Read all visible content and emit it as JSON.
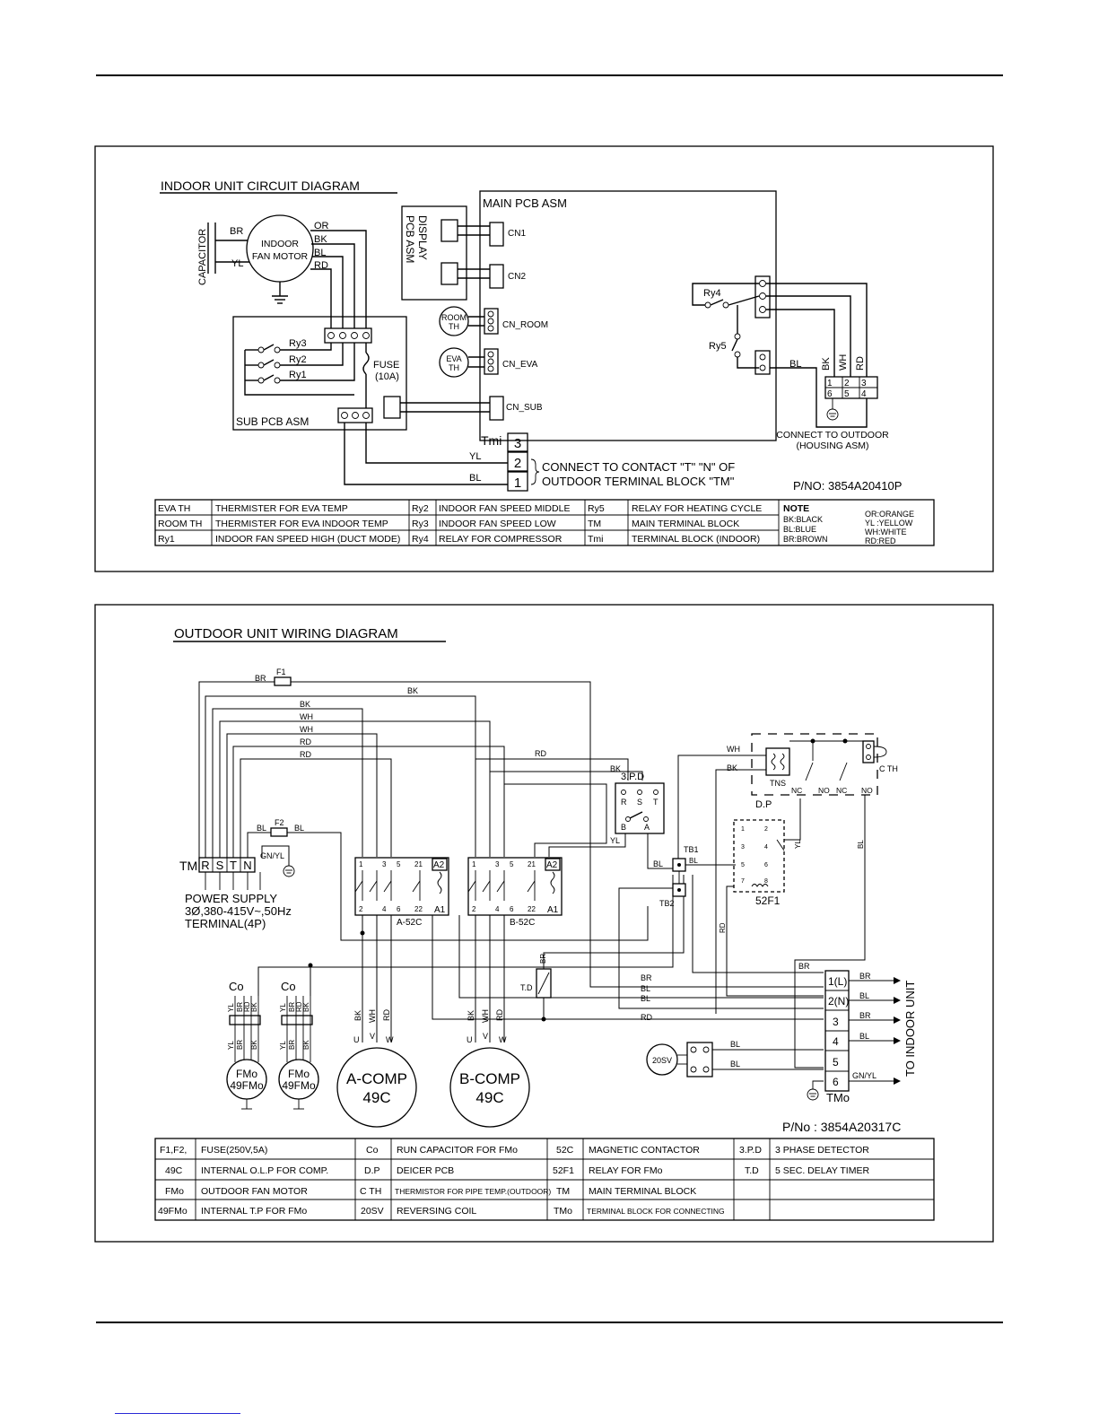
{
  "indoor": {
    "title": "INDOOR  UNIT  CIRCUIT  DIAGRAM",
    "capacitor": "CAPACITOR",
    "motor": [
      "INDOOR",
      "FAN MOTOR"
    ],
    "motor_wires": {
      "br": "BR",
      "yl": "YL",
      "or": "OR",
      "bk": "BK",
      "bl": "BL",
      "rd": "RD"
    },
    "display_pcb": [
      "DISPLAY",
      "PCB ASM"
    ],
    "main_pcb": "MAIN  PCB  ASM",
    "connectors": {
      "cn1": "CN1",
      "cn2": "CN2",
      "cn_room": "CN_ROOM",
      "cn_eva": "CN_EVA",
      "cn_sub": "CN_SUB"
    },
    "room_th": [
      "ROOM",
      "TH"
    ],
    "eva_th": [
      "EVA",
      "TH"
    ],
    "sub_pcb": "SUB  PCB  ASM",
    "relays": {
      "ry1": "Ry1",
      "ry2": "Ry2",
      "ry3": "Ry3",
      "ry4": "Ry4",
      "ry5": "Ry5"
    },
    "fuse": [
      "FUSE",
      "(10A)"
    ],
    "outdoor_wires": {
      "bl": "BL",
      "bk": "BK",
      "wh": "WH",
      "rd": "RD"
    },
    "terminal_numbers": [
      "1",
      "2",
      "3",
      "6",
      "5",
      "4"
    ],
    "connect_outdoor": [
      "CONNECT TO OUTDOOR",
      "(HOUSING ASM)"
    ],
    "tmi": "Tmi",
    "tmi_numbers": [
      "3",
      "2",
      "1"
    ],
    "tmi_wires": {
      "yl": "YL",
      "bl": "BL"
    },
    "connect_contact": [
      "CONNECT TO CONTACT \"T\" \"N\" OF",
      "OUTDOOR TERMINAL BLOCK \"TM\""
    ],
    "part_no": "P/NO: 3854A20410P",
    "legend": [
      [
        "EVA TH",
        "THERMISTER FOR EVA TEMP",
        "Ry2",
        "INDOOR FAN SPEED MIDDLE",
        "Ry5",
        "RELAY FOR HEATING CYCLE"
      ],
      [
        "ROOM TH",
        "THERMISTER FOR EVA INDOOR TEMP",
        "Ry3",
        "INDOOR FAN SPEED LOW",
        "TM",
        "MAIN TERMINAL BLOCK"
      ],
      [
        "Ry1",
        "INDOOR FAN SPEED HIGH (DUCT MODE)",
        "Ry4",
        "RELAY FOR COMPRESSOR",
        "Tmi",
        "TERMINAL BLOCK (INDOOR)"
      ]
    ],
    "note": {
      "title": "NOTE",
      "left": [
        "BK:BLACK",
        "BL:BLUE",
        "BR:BROWN"
      ],
      "right": [
        "OR:ORANGE",
        "YL :YELLOW",
        "WH:WHITE",
        "RD:RED"
      ]
    }
  },
  "outdoor": {
    "title": "OUTDOOR UNIT WIRING DIAGRAM",
    "wires": {
      "br": "BR",
      "bk": "BK",
      "wh": "WH",
      "rd": "RD",
      "bl": "BL",
      "yl": "YL",
      "gnyl": "GN/YL"
    },
    "f1": "F1",
    "f2": "F2",
    "tm": "TM",
    "tm_terms": [
      "R",
      "S",
      "T",
      "N"
    ],
    "power_supply": [
      "POWER SUPPLY",
      "3Ø,380-415V~,50Hz",
      "TERMINAL(4P)"
    ],
    "contactor_a": "A-52C",
    "contactor_b": "B-52C",
    "contactor_pins_top": [
      "1",
      "3",
      "5",
      "21",
      "A2"
    ],
    "contactor_pins_bottom": [
      "2",
      "4",
      "6",
      "22",
      "A1"
    ],
    "pd3": "3.P.D",
    "rst": [
      "R",
      "S",
      "T"
    ],
    "pd_ab": [
      "B",
      "A"
    ],
    "dp": "D.P",
    "tns": "TNS",
    "nc1": "NC",
    "no1": "NO",
    "nc2": "NC",
    "no2": "NO",
    "cth": "C  TH",
    "tb1": "TB1",
    "tb2": "TB2",
    "relay52f1": "52F1",
    "relay_pins": [
      "1",
      "2",
      "3",
      "4",
      "5",
      "6",
      "7",
      "8"
    ],
    "td": "T.D",
    "co": "Co",
    "fmo": [
      "FMo",
      "49FMo"
    ],
    "a_comp": [
      "A-COMP",
      "49C"
    ],
    "b_comp": [
      "B-COMP",
      "49C"
    ],
    "uvw": [
      "U",
      "V",
      "W"
    ],
    "rsv": "20SV",
    "tmo": "TMo",
    "tmo_numbers": [
      "1(L)",
      "2(N)",
      "3",
      "4",
      "5",
      "6"
    ],
    "to_indoor": "TO INDOOR UNIT",
    "part_no": "P/No : 3854A20317C",
    "legend": [
      [
        "F1,F2,",
        "FUSE(250V,5A)",
        "Co",
        "RUN CAPACITOR FOR FMo",
        "52C",
        "MAGNETIC CONTACTOR",
        "3.P.D",
        "3 PHASE DETECTOR"
      ],
      [
        "49C",
        "INTERNAL O.L.P FOR COMP.",
        "D.P",
        "DEICER PCB",
        "52F1",
        "RELAY FOR FMo",
        "T.D",
        "5 SEC. DELAY TIMER"
      ],
      [
        "FMo",
        "OUTDOOR FAN MOTOR",
        "C  TH",
        "THERMISTOR FOR PIPE TEMP.(OUTDOOR)",
        "TM",
        "MAIN TERMINAL BLOCK",
        "",
        ""
      ],
      [
        "49FMo",
        "INTERNAL T.P FOR FMo",
        "20SV",
        "REVERSING COIL",
        "TMo",
        "TERMINAL BLOCK FOR CONNECTING",
        "",
        ""
      ]
    ]
  }
}
